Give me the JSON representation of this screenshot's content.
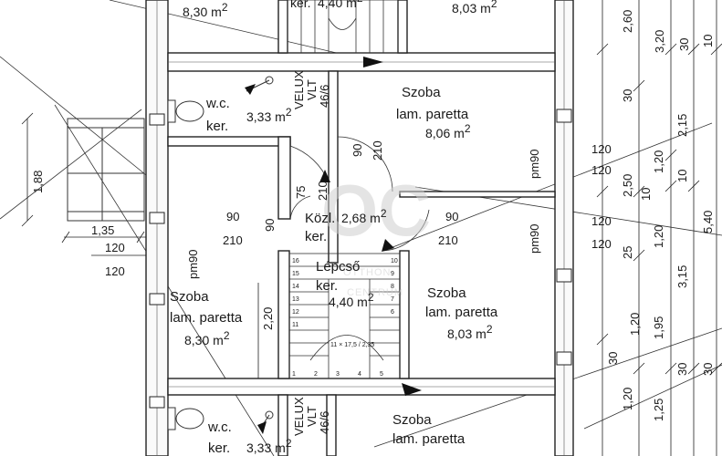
{
  "plan": {
    "room_top_left_area": "8,30 m",
    "room_top_mid_area": "4,40 m",
    "room_top_mid_ker": "ker.",
    "room_top_right_area": "8,03 m",
    "wc_top": {
      "name": "w.c.",
      "ker": "ker.",
      "area": "3,33 m"
    },
    "szoba_right": {
      "name": "Szoba",
      "floor": "lam. paretta",
      "area": "8,06 m"
    },
    "kozl": {
      "name": "Közl.",
      "area": "2,68 m",
      "ker": "ker."
    },
    "lepcso": {
      "name": "Lépcső",
      "ker": "ker.",
      "area": "4,40 m"
    },
    "szoba_left": {
      "name": "Szoba",
      "floor": "lam. paretta",
      "area": "8,30 m"
    },
    "szoba_mid": {
      "name": "Szoba",
      "floor": "lam. paretta",
      "area": "8,03 m"
    },
    "wc_bottom": {
      "name": "w.c.",
      "ker": "ker.",
      "area": "3,33 m"
    },
    "szoba_bottom": {
      "name": "Szoba",
      "floor": "lam. paretta"
    },
    "sup2": "2",
    "velux_top": [
      "VELUX",
      "VLT",
      "46/6"
    ],
    "velux_bottom": [
      "VELUX",
      "VLT",
      "46/6"
    ],
    "door_labels": {
      "d90a": "90",
      "d210a": "210",
      "d90b": "90",
      "d210b": "210",
      "d90c": "90",
      "d210c": "210",
      "d90d": "90",
      "d210d": "210",
      "d75": "75"
    },
    "pm90": [
      "pm90",
      "pm90",
      "pm90"
    ],
    "left_dims": {
      "d188": "1,88",
      "d135": "1,35",
      "d120a": "120",
      "d120b": "120"
    },
    "mid_dims": {
      "d220": "2,20",
      "d90v": "90"
    },
    "right_col1": [
      "120",
      "120",
      "120",
      "120"
    ],
    "right_col2": [
      "2,60",
      "30",
      "2,50",
      "10",
      "25",
      "3,15",
      "30",
      "1,20"
    ],
    "right_col3": [
      "1,20",
      "1,20",
      "1,95",
      "1,25"
    ],
    "right_col4": [
      "3,20",
      "2,15",
      "10",
      "1,20",
      "30"
    ],
    "right_col5": [
      "30",
      "10",
      "30"
    ],
    "right_col6": [
      "5,40"
    ],
    "stair_numbers_top": [
      "16",
      "15",
      "14",
      "13",
      "12",
      "11",
      "10",
      "9",
      "8",
      "7",
      "6"
    ],
    "stair_numbers_bottom": [
      "1",
      "2",
      "3",
      "4",
      "5"
    ],
    "stair_formula": "11 × 17,5 / 2,35",
    "watermark": {
      "logo": "OC",
      "line1": "OTTHON",
      "line2": "CENTRUM"
    }
  }
}
